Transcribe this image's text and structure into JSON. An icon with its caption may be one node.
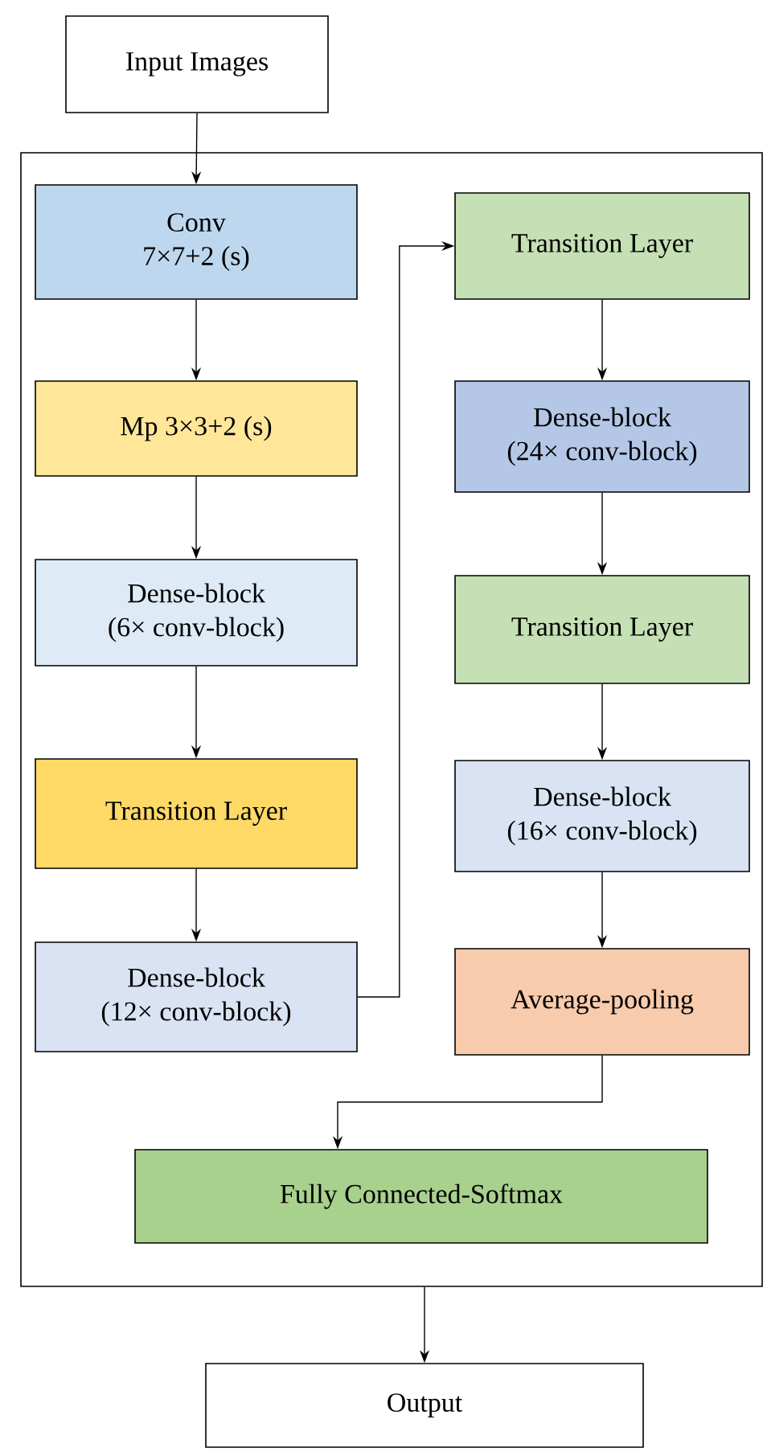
{
  "diagram": {
    "nodes": [
      {
        "text": [
          "Input Images"
        ]
      },
      {
        "text": [],
        "shape": "box"
      },
      {
        "text": [
          "Conv 7×7+2 (s)"
        ],
        "in": 1
      },
      {
        "text": [
          "Mp 3×3+2 (s)"
        ],
        "in": 1
      },
      {
        "text": [
          "Dense-block (6× conv-block)"
        ],
        "in": 1
      },
      {
        "text": [
          "Transition Layer"
        ],
        "in": 1
      },
      {
        "text": [
          "Dense-block (12× conv-block)"
        ],
        "in": 1
      },
      {
        "text": [
          "Transition Layer"
        ],
        "in": 1
      },
      {
        "text": [
          "Dense-block (24× conv-block)"
        ],
        "in": 1
      },
      {
        "text": [
          "Transition Layer"
        ],
        "in": 1
      },
      {
        "text": [
          "Dense-block (16× conv-block)"
        ],
        "in": 1
      },
      {
        "text": [
          "Average-pooling"
        ],
        "in": 1
      },
      {
        "text": [
          "Fully Connected-Softmax"
        ],
        "in": 1
      },
      {
        "text": [
          "Output"
        ]
      }
    ],
    "edges": [
      {
        "from": 0,
        "to": 2,
        "arrow": "to"
      },
      {
        "from": 2,
        "to": 3,
        "arrow": "to"
      },
      {
        "from": 3,
        "to": 4,
        "arrow": "to"
      },
      {
        "from": 4,
        "to": 5,
        "arrow": "to"
      },
      {
        "from": 5,
        "to": 6,
        "arrow": "to"
      },
      {
        "from": 6,
        "to": 7,
        "arrow": "to"
      },
      {
        "from": 7,
        "to": 8,
        "arrow": "to"
      },
      {
        "from": 8,
        "to": 9,
        "arrow": "to"
      },
      {
        "from": 9,
        "to": 10,
        "arrow": "to"
      },
      {
        "from": 10,
        "to": 11,
        "arrow": "to"
      },
      {
        "from": 11,
        "to": 12,
        "arrow": "to"
      },
      {
        "from": 1,
        "to": 13,
        "arrow": "to"
      }
    ]
  }
}
